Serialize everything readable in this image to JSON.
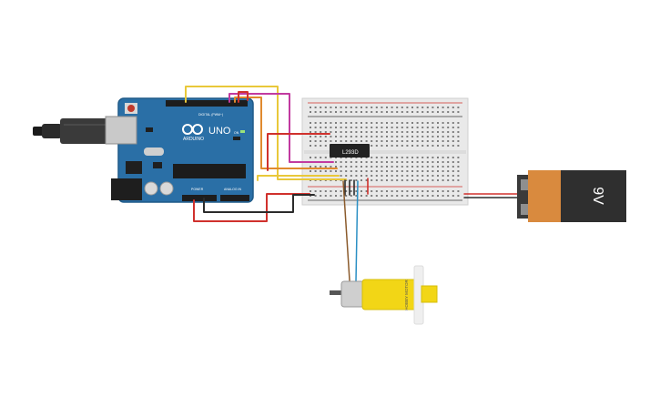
{
  "arduino": {
    "brand": "ARDUINO",
    "model": "UNO",
    "digital_label": "DIGITAL (PWM~)",
    "power_label": "POWER",
    "analog_label": "ANALOG IN",
    "on_label": "ON"
  },
  "chip": {
    "label": "L293D"
  },
  "battery": {
    "label": "9V"
  },
  "motor": {
    "label": "HOBBY MOTOR"
  },
  "colors": {
    "board": "#2a6fa6",
    "breadboard": "#e9e9e9",
    "wire_red": "#d0312d",
    "wire_black": "#2b2b2b",
    "wire_yellow": "#e9c83a",
    "wire_orange": "#e08a2e",
    "wire_magenta": "#c23aa0",
    "wire_brown": "#8a5a2b",
    "wire_blue": "#2a8fc4",
    "motor_body": "#f2d616",
    "battery_body": "#d98a3e",
    "battery_cap": "#2f2f2f"
  }
}
